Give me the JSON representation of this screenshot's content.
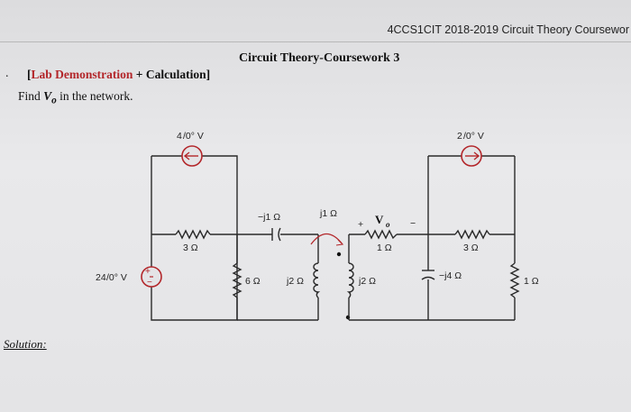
{
  "header": {
    "course": "4CCS1CIT 2018-2019 Circuit Theory Coursewor"
  },
  "document": {
    "title": "Circuit Theory-Coursework 3",
    "bullet": ".",
    "lab_prefix": "[",
    "lab_demonstration": "Lab Demonstration",
    "lab_rest": " + Calculation]",
    "question_prefix": "Find ",
    "question_var": "V",
    "question_sub": "o",
    "question_suffix": " in the network.",
    "solution_label": "Solution:"
  },
  "circuit": {
    "source_left_current": "4",
    "source_left_current_angle": "/0° V",
    "source_right_current": "2",
    "source_right_current_angle": "/0° V",
    "voltage_source": "24",
    "voltage_source_angle": "/0° V",
    "r_left": "3 Ω",
    "c_top": "−j1 Ω",
    "l_coupling": "j1 Ω",
    "vo_label": "V",
    "vo_sub": "o",
    "plus": "+",
    "minus": "−",
    "r_top_right": "1 Ω",
    "r_right": "3 Ω",
    "r_6": "6 Ω",
    "l_primary": "j2 Ω",
    "l_secondary": "j2 Ω",
    "c_right": "−j4 Ω",
    "r_far_right": "1 Ω",
    "colors": {
      "accent": "#b3262a",
      "wire": "#2a2a2a"
    }
  }
}
